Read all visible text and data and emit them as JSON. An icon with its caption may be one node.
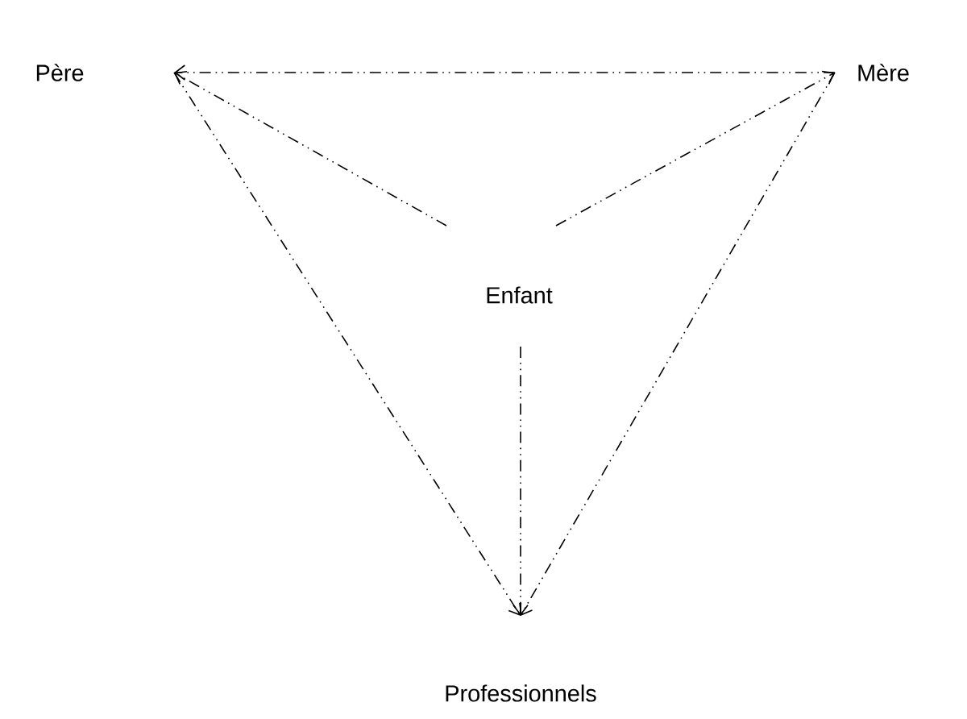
{
  "diagram": {
    "nodes": [
      {
        "text": [
          "Père"
        ]
      },
      {
        "text": [
          "Mère"
        ]
      },
      {
        "text": [
          "Enfant"
        ]
      },
      {
        "text": [
          "Professionnels"
        ]
      }
    ],
    "edges": [
      {
        "from": 1,
        "to": 0,
        "arrow": "to"
      },
      {
        "from": 2,
        "to": 0,
        "arrow": "to"
      },
      {
        "from": 2,
        "to": 1,
        "arrow": "to"
      },
      {
        "from": 0,
        "to": 3,
        "arrow": "to"
      },
      {
        "from": 2,
        "to": 3,
        "arrow": "to"
      },
      {
        "from": 1,
        "to": 3,
        "arrow": "to"
      }
    ]
  }
}
